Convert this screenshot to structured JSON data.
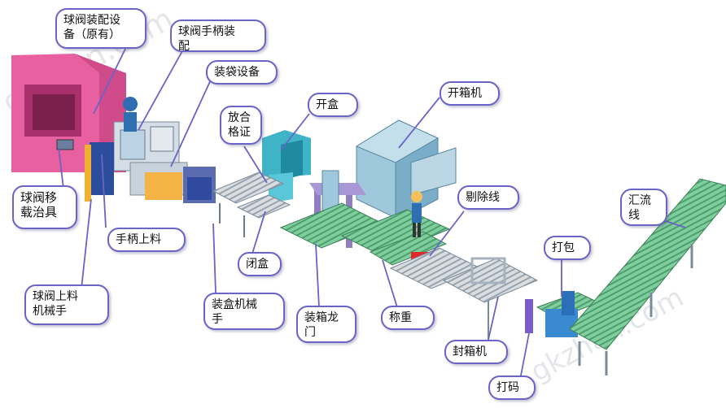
{
  "callouts": {
    "ball_valve_assembly_existing": "球阀装配设\n备（原有）",
    "ball_valve_handle_assembly": "球阀手柄装\n配",
    "bagging_equipment": "装袋设备",
    "open_box": "开盒",
    "carton_erector": "开箱机",
    "place_certificate": "放合\n格证",
    "ball_valve_transfer_fixture": "球阀移\n载治具",
    "handle_loading": "手柄上料",
    "close_box": "闭盒",
    "reject_line": "剔除线",
    "merge_line": "汇流\n线",
    "strapping": "打包",
    "ball_valve_loading_robot": "球阀上料\n机械手",
    "boxing_robot": "装盒机械\n手",
    "case_packing_gantry": "装箱龙\n门",
    "weighing": "称重",
    "case_sealer": "封箱机",
    "coding": "打码"
  },
  "watermark": "gkzhan.com"
}
